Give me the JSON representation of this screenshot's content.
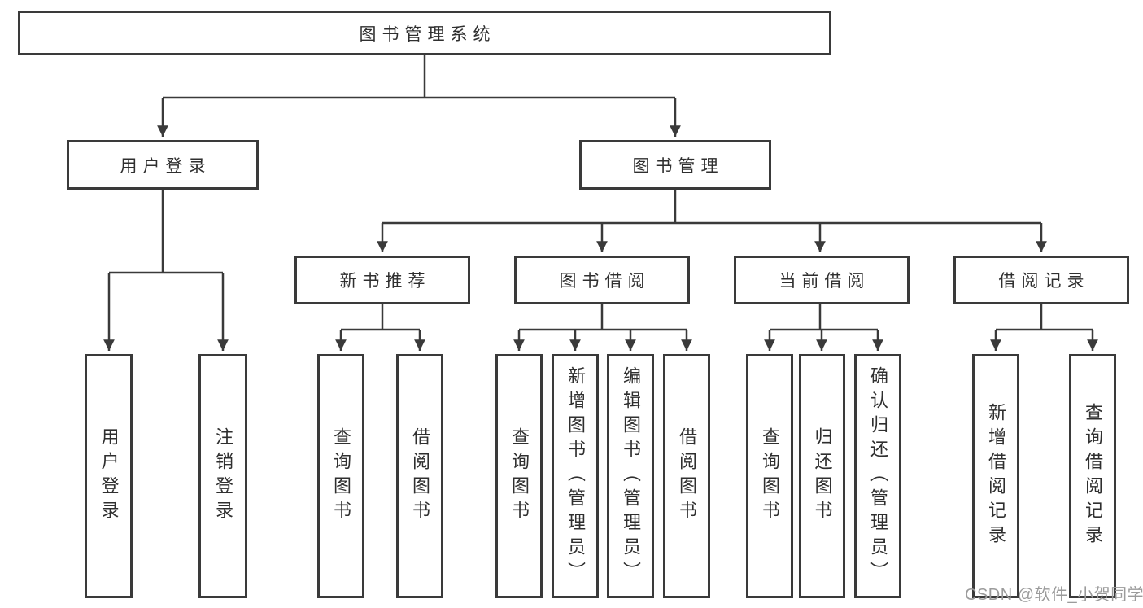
{
  "diagram": {
    "root": {
      "label": "图书管理系统"
    },
    "level2": [
      {
        "label": "用户登录"
      },
      {
        "label": "图书管理"
      }
    ],
    "level3": [
      {
        "label": "新书推荐"
      },
      {
        "label": "图书借阅"
      },
      {
        "label": "当前借阅"
      },
      {
        "label": "借阅记录"
      }
    ],
    "leaves": {
      "user_login": [
        "用户登录",
        "注销登录"
      ],
      "new_book": [
        "查询图书",
        "借阅图书"
      ],
      "book_borrow": [
        "查询图书",
        "新增图书（管理员）",
        "编辑图书（管理员）",
        "借阅图书"
      ],
      "current_borrow": [
        "查询图书",
        "归还图书",
        "确认归还（管理员）"
      ],
      "borrow_record": [
        "新增借阅记录",
        "查询借阅记录"
      ]
    },
    "colors": {
      "line": "#3a3a3a",
      "text": "#2f2f2f",
      "box_bg": "#ffffff",
      "watermark": "#9b9b9b"
    },
    "watermark": "CSDN @软件_小贺同学"
  }
}
